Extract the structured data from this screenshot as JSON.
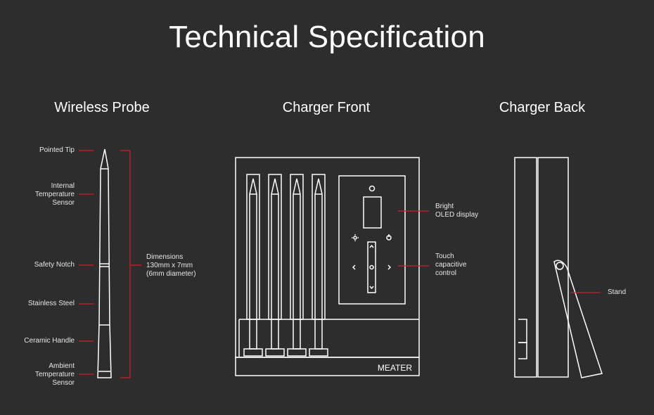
{
  "title": "Technical Specification",
  "sections": {
    "probe": "Wireless Probe",
    "charger_front": "Charger Front",
    "charger_back": "Charger Back"
  },
  "probe_labels": {
    "pointed_tip": "Pointed Tip",
    "internal_sensor_1": "Internal",
    "internal_sensor_2": "Temperature",
    "internal_sensor_3": "Sensor",
    "safety_notch": "Safety Notch",
    "stainless_steel": "Stainless Steel",
    "ceramic_handle": "Ceramic Handle",
    "ambient_sensor_1": "Ambient",
    "ambient_sensor_2": "Temperature",
    "ambient_sensor_3": "Sensor",
    "dimensions_1": "Dimensions",
    "dimensions_2": "130mm x 7mm",
    "dimensions_3": "(6mm diameter)"
  },
  "charger_front_labels": {
    "oled_1": "Bright",
    "oled_2": "OLED display",
    "touch_1": "Touch",
    "touch_2": "capacitive",
    "touch_3": "control",
    "brand": "MEATER"
  },
  "charger_back_labels": {
    "stand": "Stand"
  },
  "colors": {
    "background": "#2d2d2d",
    "line": "#ffffff",
    "accent": "#d0202a"
  }
}
